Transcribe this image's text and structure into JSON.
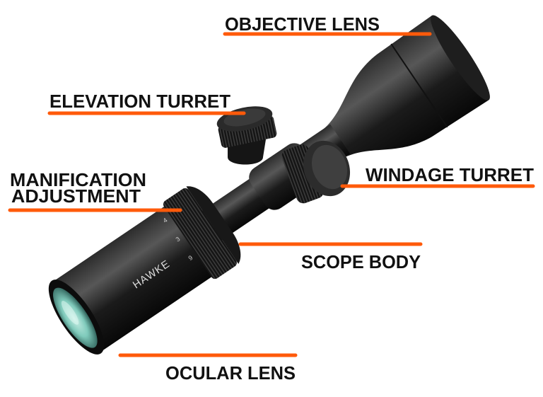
{
  "labels": {
    "objective_lens": "OBJECTIVE LENS",
    "elevation_turret": "ELEVATION TURRET",
    "magnification_line1": "MANIFICATION",
    "magnification_line2": "ADJUSTMENT",
    "windage_turret": "WINDAGE TURRET",
    "scope_body": "SCOPE BODY",
    "ocular_lens": "OCULAR LENS"
  },
  "brand_mark": "HAWKE",
  "ring_markings": [
    "4",
    "3",
    "9"
  ],
  "colors": {
    "leader_line": "#ff5a0a",
    "text": "#111111",
    "scope_body": "#1c1c1c",
    "lens_glass": "#8fd6c8"
  }
}
